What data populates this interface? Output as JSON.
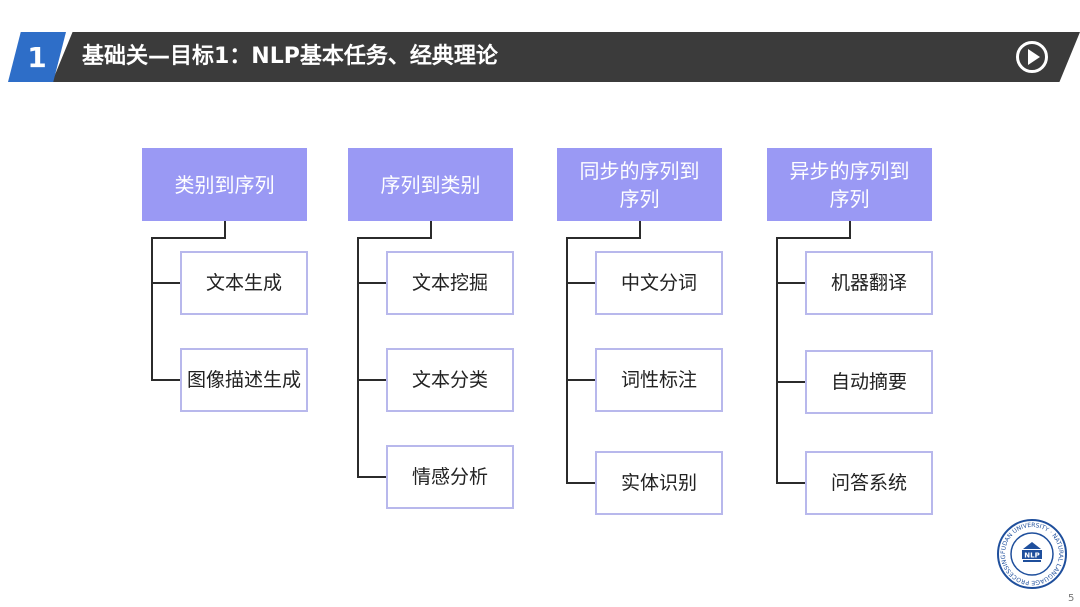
{
  "header": {
    "number": "1",
    "title": "基础关—目标1：NLP基本任务、经典理论",
    "play_icon": "play-circle-icon"
  },
  "columns": [
    {
      "heading": "类别到序列",
      "items": [
        "文本生成",
        "图像描述生成"
      ]
    },
    {
      "heading": "序列到类别",
      "items": [
        "文本挖掘",
        "文本分类",
        "情感分析"
      ]
    },
    {
      "heading": "同步的序列到序列",
      "items": [
        "中文分词",
        "词性标注",
        "实体识别"
      ]
    },
    {
      "heading": "异步的序列到序列",
      "items": [
        "机器翻译",
        "自动摘要",
        "问答系统"
      ]
    }
  ],
  "logo": {
    "outer_text": "FUDAN UNIVERSITY · NATURAL LANGUAGE PROCESSING",
    "inner_text": "NLP"
  },
  "page_number": "5",
  "colors": {
    "accent_blue": "#2e6ec8",
    "title_bar": "#3b3b3b",
    "heading_box": "#9a99f4",
    "item_border": "#b8b8ec",
    "logo_blue": "#1f4f9c"
  }
}
